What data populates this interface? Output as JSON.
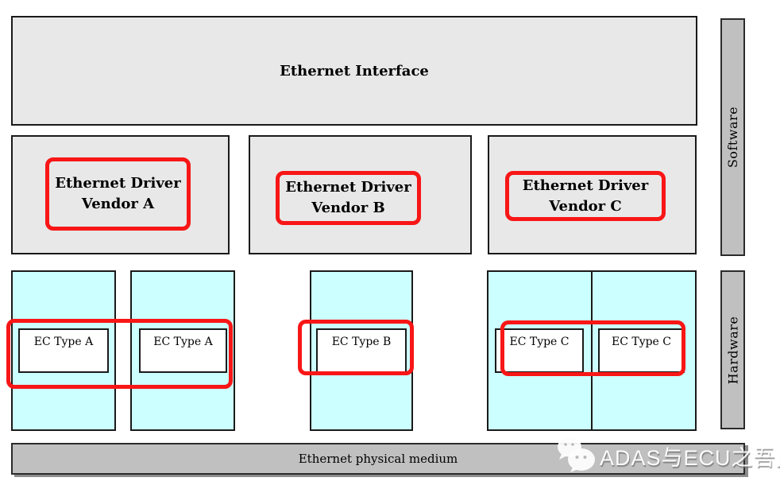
{
  "colors": {
    "panel_gray": "#e8e8e8",
    "bar_gray": "#c0c0c0",
    "controller_cyan": "#ccffff",
    "highlight_red": "#f81616"
  },
  "layer_labels": {
    "software": "Software",
    "hardware": "Hardware"
  },
  "interface_box": {
    "label": "Ethernet Interface"
  },
  "drivers": [
    {
      "line1": "Ethernet Driver",
      "line2": "Vendor A"
    },
    {
      "line1": "Ethernet Driver",
      "line2": "Vendor B"
    },
    {
      "line1": "Ethernet Driver",
      "line2": "Vendor C"
    }
  ],
  "controllers": [
    {
      "label": "EC Type A"
    },
    {
      "label": "EC Type A"
    },
    {
      "label": "EC Type B"
    },
    {
      "label": "EC Type C"
    },
    {
      "label": "EC Type C"
    }
  ],
  "physical_medium": {
    "label": "Ethernet physical medium"
  },
  "watermark": {
    "icon": "wechat-chat-bubbles-icon",
    "text": "ADAS与ECU之吾见"
  }
}
